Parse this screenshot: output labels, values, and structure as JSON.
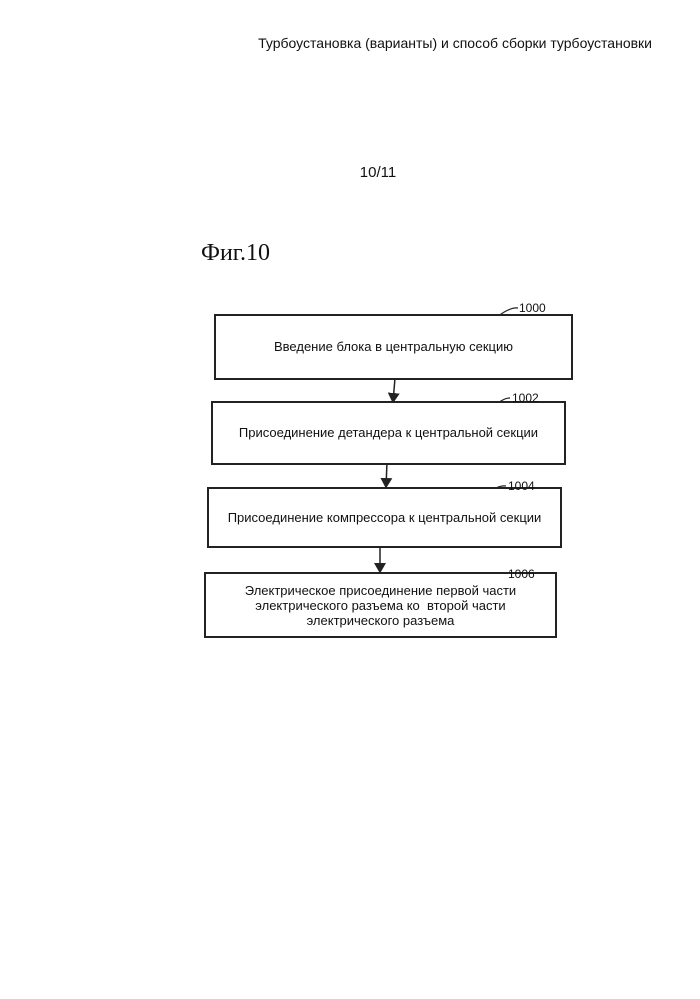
{
  "header": {
    "title": "Турбоустановка (варианты) и способ сборки турбоустановки"
  },
  "page": {
    "number": "10/11"
  },
  "figure": {
    "title": "Фиг.10",
    "steps": [
      {
        "ref": "1000",
        "lines": [
          "Введение блока в центральную секцию"
        ]
      },
      {
        "ref": "1002",
        "lines": [
          "Присоединение детандера к центральной секции"
        ]
      },
      {
        "ref": "1004",
        "lines": [
          "Присоединение компрессора к центральной секции"
        ]
      },
      {
        "ref": "1006",
        "lines": [
          "Электрическое присоединение первой части",
          "электрического разъема ко  второй части",
          "электрического разъема"
        ]
      }
    ]
  }
}
